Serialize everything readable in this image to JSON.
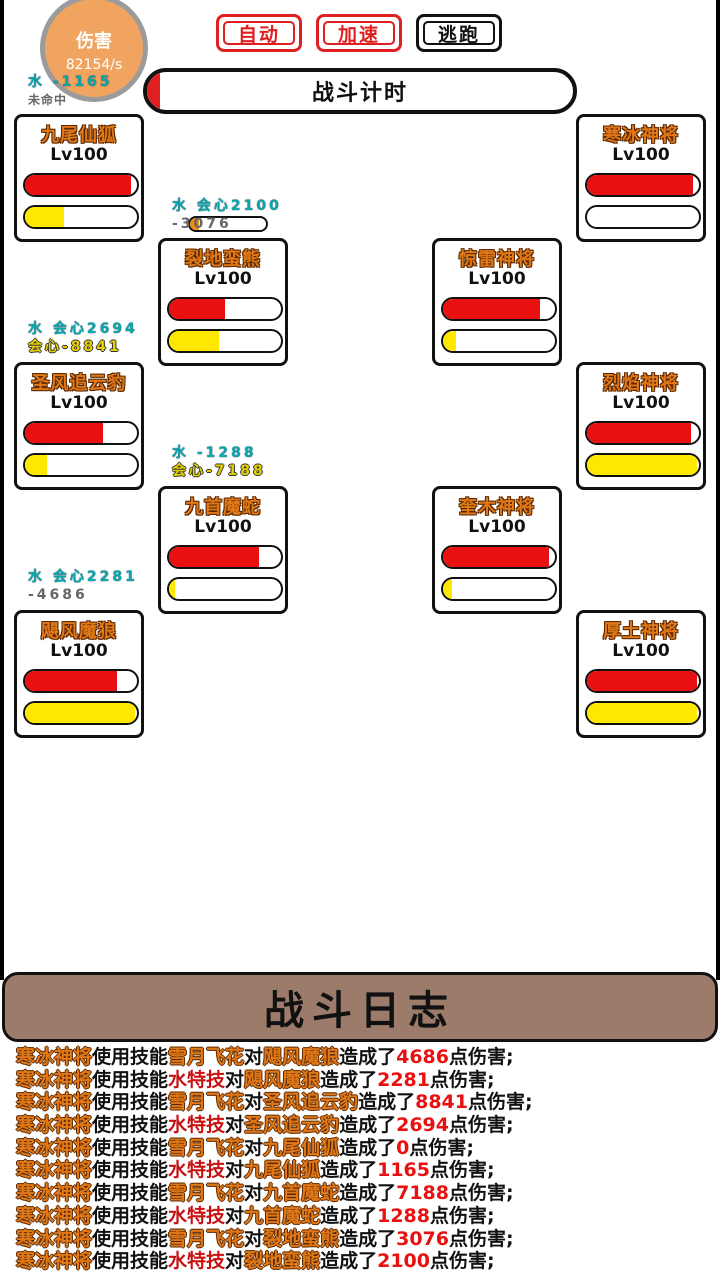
{
  "top_buttons": {
    "auto": "自动",
    "speed": "加速",
    "flee": "逃跑"
  },
  "dps": {
    "label": "伤害",
    "value": "82154/s"
  },
  "timer": {
    "label": "战斗计时",
    "progress": 0.03
  },
  "colors": {
    "hp": "#e81010",
    "mp": "#ffe800",
    "name": "#e07818",
    "accent": "#e02020",
    "log_header": "#9c7b6a"
  },
  "player_team": [
    {
      "name": "九尾仙狐",
      "level": "Lv100",
      "hp": 0.95,
      "mp": 0.35
    },
    {
      "name": "裂地蛮熊",
      "level": "Lv100",
      "hp": 0.5,
      "mp": 0.45
    },
    {
      "name": "圣风追云豹",
      "level": "Lv100",
      "hp": 0.7,
      "mp": 0.2
    },
    {
      "name": "九首魔蛇",
      "level": "Lv100",
      "hp": 0.8,
      "mp": 0.05
    },
    {
      "name": "飓风魔狼",
      "level": "Lv100",
      "hp": 0.82,
      "mp": 0.98
    }
  ],
  "enemy_team": [
    {
      "name": "寒冰神将",
      "level": "Lv100",
      "hp": 0.95,
      "mp": 0.0
    },
    {
      "name": "惊雷神将",
      "level": "Lv100",
      "hp": 0.87,
      "mp": 0.12
    },
    {
      "name": "烈焰神将",
      "level": "Lv100",
      "hp": 0.93,
      "mp": 0.98
    },
    {
      "name": "奎木神将",
      "level": "Lv100",
      "hp": 0.95,
      "mp": 0.08
    },
    {
      "name": "厚土神将",
      "level": "Lv100",
      "hp": 0.98,
      "mp": 0.98
    }
  ],
  "float_text": {
    "fox_a": "水 -1165",
    "fox_b": "未命中",
    "bear_a": "水 会心2100",
    "bear_b": "-3076",
    "leopard_a": "水 会心2694",
    "leopard_b": "会心-8841",
    "snake_a": "水 -1288",
    "snake_b": "会心-7188",
    "wolf_a": "水 会心2281",
    "wolf_b": "-4686"
  },
  "cast_progress": 0.12,
  "log": {
    "title": "战斗日志",
    "verb_use": "使用技能",
    "verb_to": "对",
    "verb_cause": "造成了",
    "verb_dmg": "点伤害;",
    "rows": [
      {
        "actor": "寒冰神将",
        "skill": "雪月飞花",
        "skill_type": "a",
        "target": "飓风魔狼",
        "dmg": "4686"
      },
      {
        "actor": "寒冰神将",
        "skill": "水特技",
        "skill_type": "b",
        "target": "飓风魔狼",
        "dmg": "2281"
      },
      {
        "actor": "寒冰神将",
        "skill": "雪月飞花",
        "skill_type": "a",
        "target": "圣风追云豹",
        "dmg": "8841"
      },
      {
        "actor": "寒冰神将",
        "skill": "水特技",
        "skill_type": "b",
        "target": "圣风追云豹",
        "dmg": "2694"
      },
      {
        "actor": "寒冰神将",
        "skill": "雪月飞花",
        "skill_type": "a",
        "target": "九尾仙狐",
        "dmg": "0"
      },
      {
        "actor": "寒冰神将",
        "skill": "水特技",
        "skill_type": "b",
        "target": "九尾仙狐",
        "dmg": "1165"
      },
      {
        "actor": "寒冰神将",
        "skill": "雪月飞花",
        "skill_type": "a",
        "target": "九首魔蛇",
        "dmg": "7188"
      },
      {
        "actor": "寒冰神将",
        "skill": "水特技",
        "skill_type": "b",
        "target": "九首魔蛇",
        "dmg": "1288"
      },
      {
        "actor": "寒冰神将",
        "skill": "雪月飞花",
        "skill_type": "a",
        "target": "裂地蛮熊",
        "dmg": "3076"
      },
      {
        "actor": "寒冰神将",
        "skill": "水特技",
        "skill_type": "b",
        "target": "裂地蛮熊",
        "dmg": "2100"
      }
    ]
  }
}
